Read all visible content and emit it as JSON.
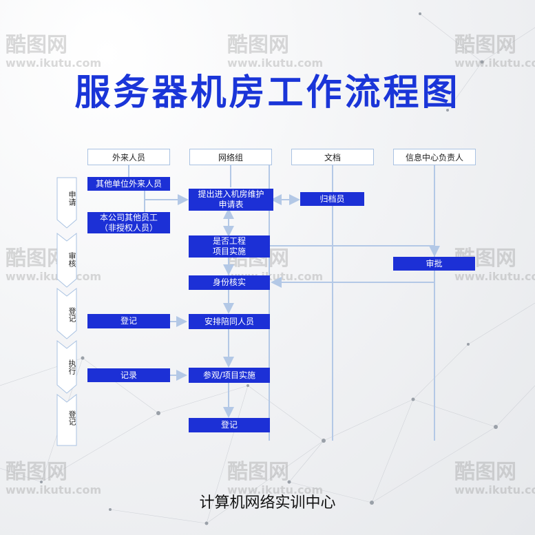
{
  "title": "服务器机房工作流程图",
  "footer": "计算机网络实训中心",
  "watermark": {
    "brand": "酷图网",
    "url": "www.ikutu.com"
  },
  "columns": [
    "外来人员",
    "网络组",
    "文档",
    "信息中心负责人"
  ],
  "stages": [
    "申请",
    "审核",
    "登记",
    "执行",
    "登记"
  ],
  "boxes": {
    "other_unit": "其他单位外来人员",
    "submit_form": "提出进入机房维护\n申请表",
    "archivist": "归档员",
    "company_staff": "本公司其他员工\n（非授权人员）",
    "is_project": "是否工程\n项目实施",
    "approve": "审批",
    "identity_check": "身份核实",
    "register_ext": "登记",
    "arrange_escort": "安排陪同人员",
    "record": "记录",
    "visit_project": "参观/项目实施",
    "register_final": "登记"
  },
  "colors": {
    "box": "#1c30d6",
    "title": "#1a35d8",
    "connector": "#b3c8e6",
    "header_border": "#a9c2e2"
  }
}
